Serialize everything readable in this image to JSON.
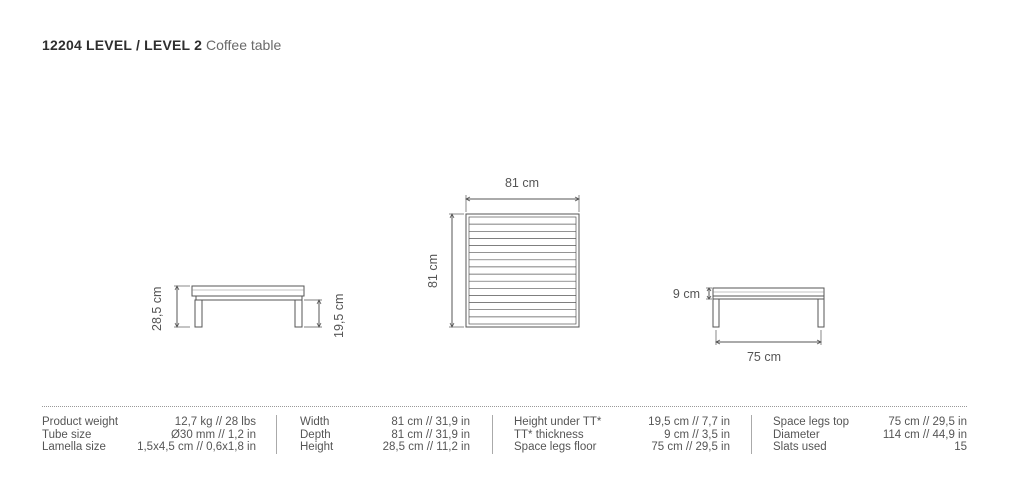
{
  "title": {
    "code": "12204 LEVEL / LEVEL 2",
    "subtitle": "Coffee table"
  },
  "dimensions": {
    "side_height": "28,5 cm",
    "side_under_height": "19,5 cm",
    "top_width": "81 cm",
    "top_depth": "81 cm",
    "front_thickness": "9 cm",
    "front_legs": "75 cm"
  },
  "specs": [
    [
      {
        "label": "Product weight",
        "value": "12,7 kg // 28 lbs"
      },
      {
        "label": "Tube size",
        "value": "Ø30 mm // 1,2 in"
      },
      {
        "label": "Lamella size",
        "value": "1,5x4,5 cm // 0,6x1,8 in"
      }
    ],
    [
      {
        "label": "Width",
        "value": "81 cm // 31,9 in"
      },
      {
        "label": "Depth",
        "value": "81 cm // 31,9 in"
      },
      {
        "label": "Height",
        "value": "28,5 cm // 11,2 in"
      }
    ],
    [
      {
        "label": "Height under TT*",
        "value": "19,5 cm // 7,7 in"
      },
      {
        "label": "TT* thickness",
        "value": "9 cm // 3,5 in"
      },
      {
        "label": "Space legs floor",
        "value": "75 cm // 29,5 in"
      }
    ],
    [
      {
        "label": "Space legs top",
        "value": "75 cm // 29,5 in"
      },
      {
        "label": "Diameter",
        "value": "114 cm // 44,9 in"
      },
      {
        "label": "Slats used",
        "value": "15"
      }
    ]
  ]
}
